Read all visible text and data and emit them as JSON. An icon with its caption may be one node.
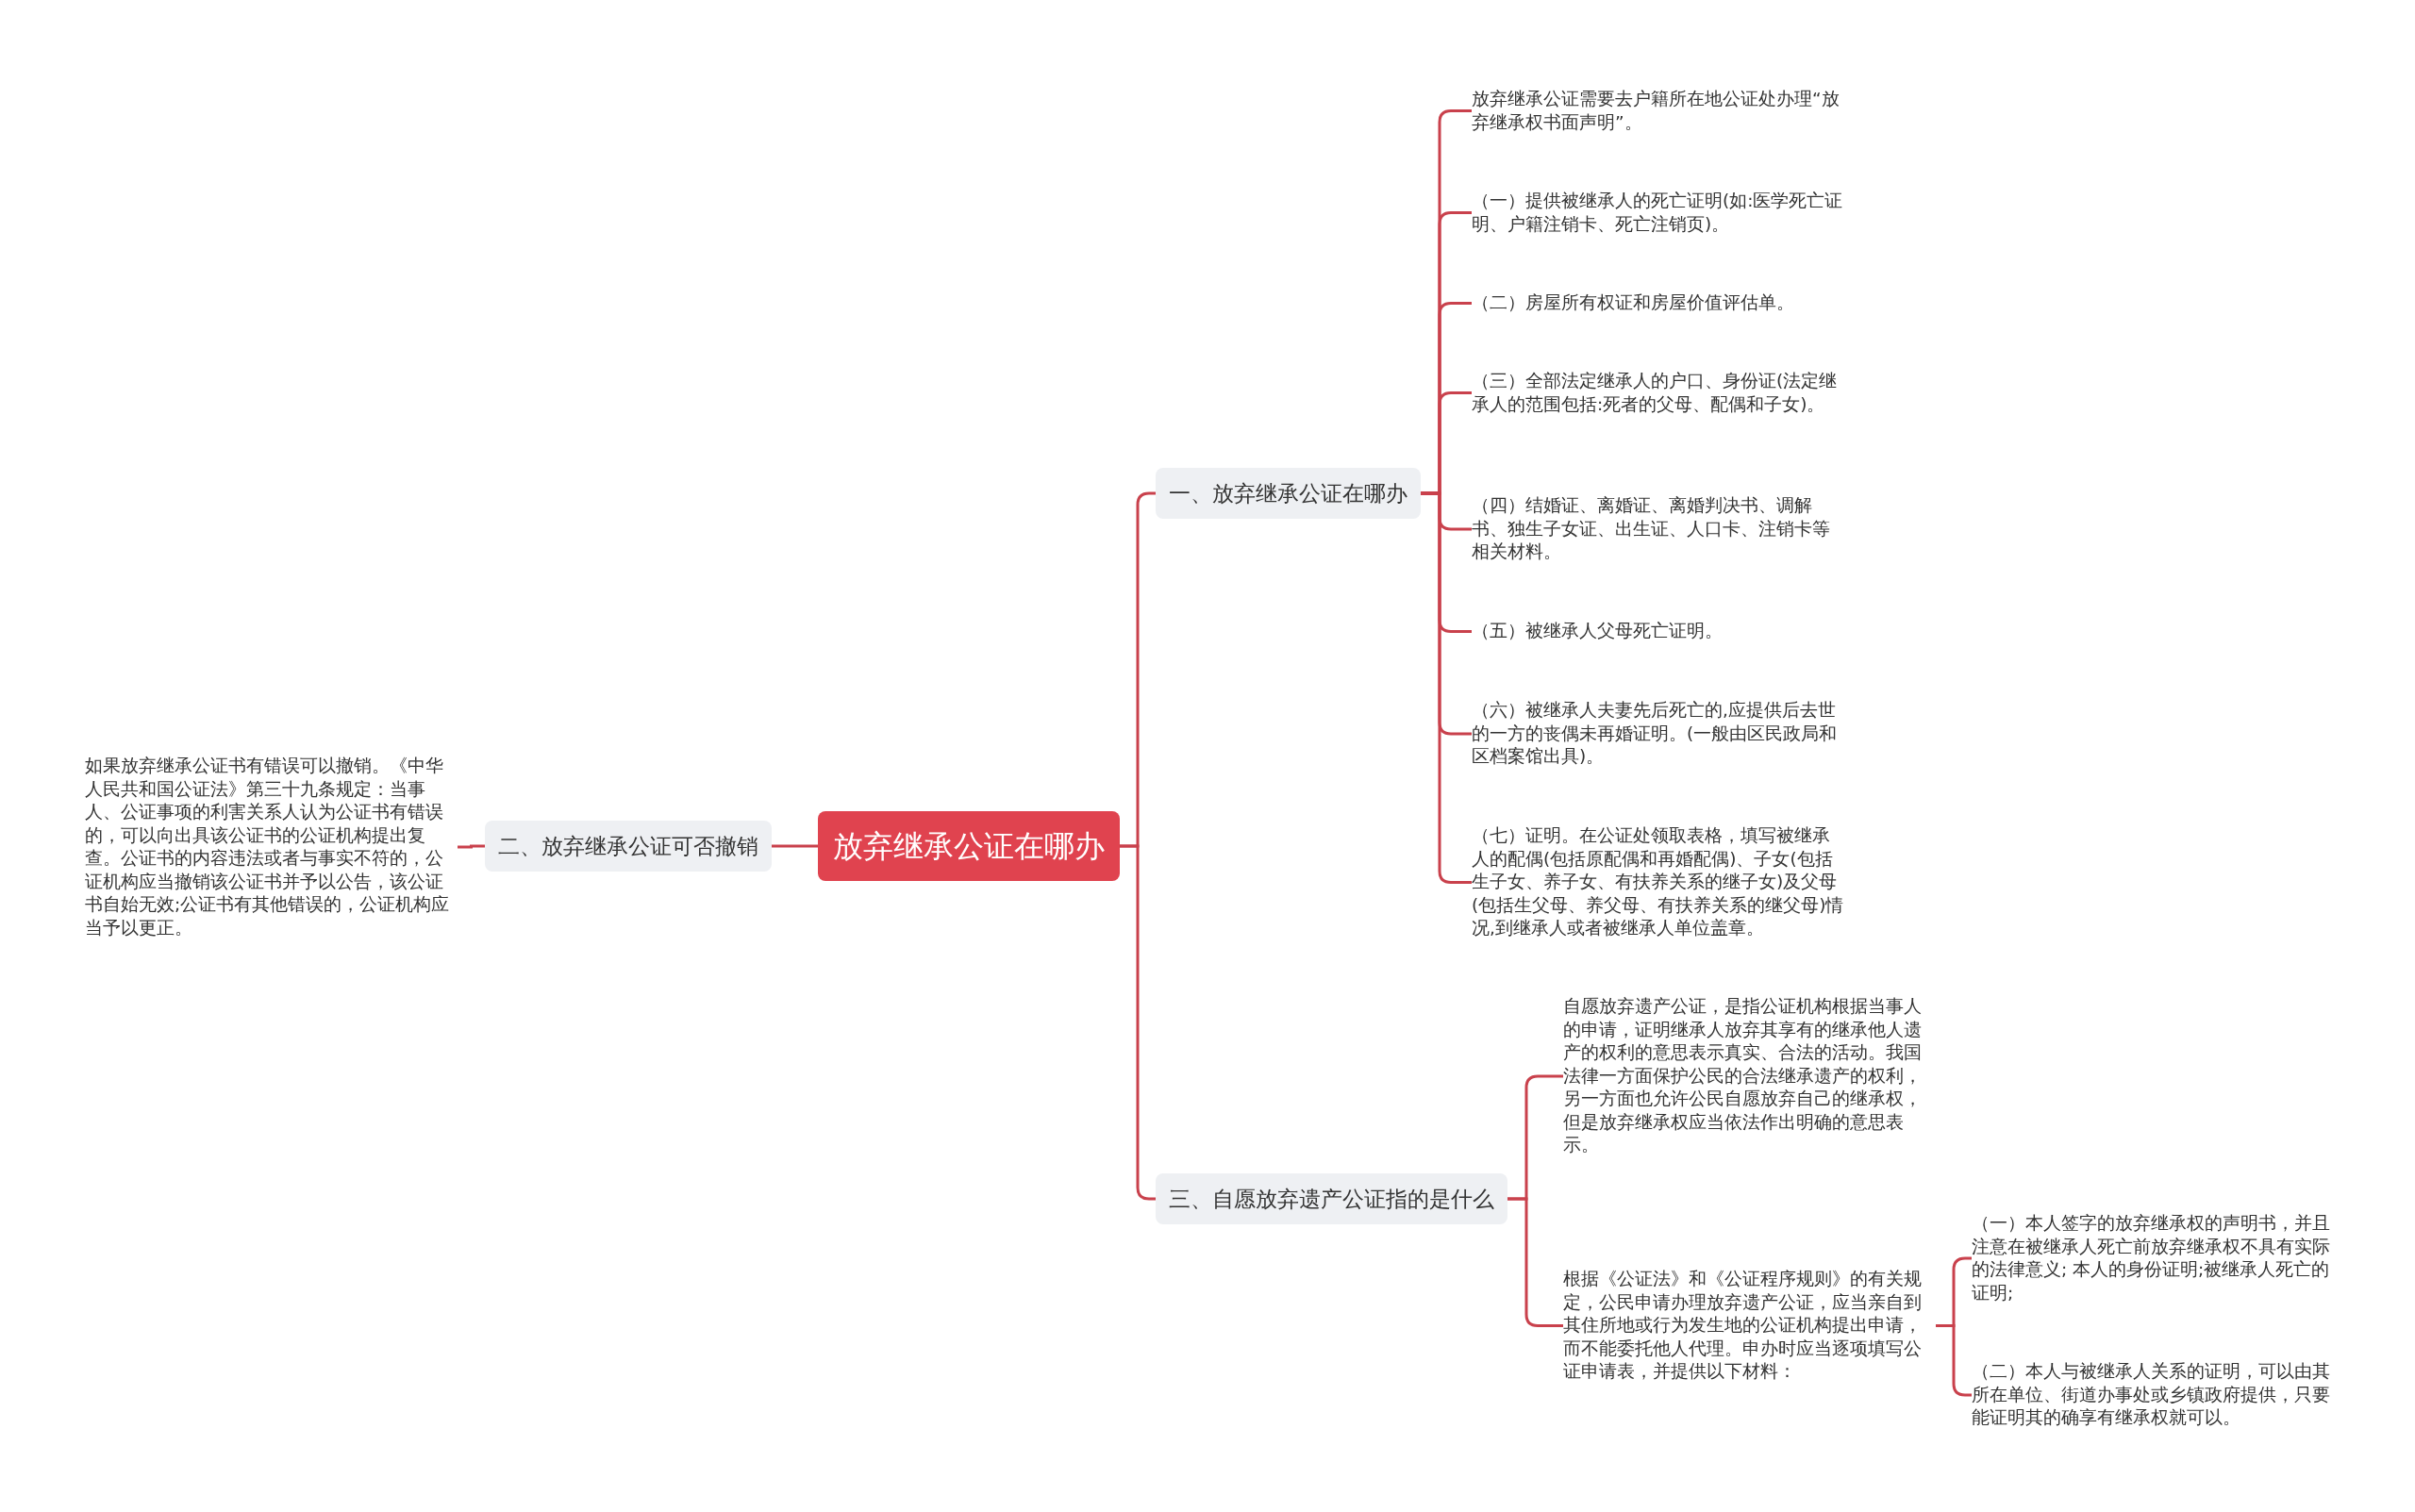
{
  "diagram": {
    "nodes": [
      {
        "text": [
          "放弃继承公证在哪办"
        ]
      },
      {
        "text": [
          "一、放弃继承公证在哪办"
        ]
      },
      {
        "text": [
          "放弃继承公证需要去户籍所在地公证处办理“放弃继承权书面声明”。"
        ]
      },
      {
        "text": [
          "（一）提供被继承人的死亡证明(如:医学死亡证明、户籍注销卡、死亡注销页)。"
        ]
      },
      {
        "text": [
          "（二）房屋所有权证和房屋价值评估单。"
        ]
      },
      {
        "text": [
          "（三）全部法定继承人的户口、身份证(法定继承人的范围包括:死者的父母、配偶和子女)。"
        ]
      },
      {
        "text": [
          "（四）结婚证、离婚证、离婚判决书、调解书、独生子女证、出生证、人口卡、注销卡等相关材料。"
        ]
      },
      {
        "text": [
          "（五）被继承人父母死亡证明。"
        ]
      },
      {
        "text": [
          "（六）被继承人夫妻先后死亡的,应提供后去世的一方的丧偶未再婚证明。(一般由区民政局和区档案馆出具)。"
        ]
      },
      {
        "text": [
          "（七）证明。在公证处领取表格，填写被继承人的配偶(包括原配偶和再婚配偶)、子女(包括生子女、养子女、有扶养关系的继子女)及父母(包括生父母、养父母、有扶养关系的继父母)情况,到继承人或者被继承人单位盖章。"
        ]
      },
      {
        "text": [
          "二、放弃继承公证可否撤销"
        ]
      },
      {
        "text": [
          "如果放弃继承公证书有错误可以撤销。《中华人民共和国公证法》第三十九条规定：当事人、公证事项的利害关系人认为公证书有错误的，可以向出具该公证书的公证机构提出复查。公证书的内容违法或者与事实不符的，公证机构应当撤销该公证书并予以公告，该公证书自始无效;公证书有其他错误的，公证机构应当予以更正。"
        ]
      },
      {
        "text": [
          "三、自愿放弃遗产公证指的是什么"
        ]
      },
      {
        "text": [
          "自愿放弃遗产公证，是指公证机构根据当事人的申请，证明继承人放弃其享有的继承他人遗产的权利的意思表示真实、合法的活动。我国法律一方面保护公民的合法继承遗产的权利，另一方面也允许公民自愿放弃自己的继承权，但是放弃继承权应当依法作出明确的意思表示。"
        ]
      },
      {
        "text": [
          "根据《公证法》和《公证程序规则》的有关规定，公民申请办理放弃遗产公证，应当亲自到其住所地或行为发生地的公证机构提出申请，而不能委托他人代理。申办时应当逐项填写公证申请表，并提供以下材料："
        ]
      },
      {
        "text": [
          "（一）本人签字的放弃继承权的声明书，并且注意在被继承人死亡前放弃继承权不具有实际的法律意义; 本人的身份证明;被继承人死亡的证明;"
        ]
      },
      {
        "text": [
          "（二）本人与被继承人关系的证明，可以由其所在单位、街道办事处或乡镇政府提供，只要能证明其的确享有继承权就可以。"
        ]
      }
    ],
    "edges": [
      {
        "from": 0,
        "to": 1,
        "arrow": "none"
      },
      {
        "from": 1,
        "to": 2,
        "arrow": "none"
      },
      {
        "from": 1,
        "to": 3,
        "arrow": "none"
      },
      {
        "from": 1,
        "to": 4,
        "arrow": "none"
      },
      {
        "from": 1,
        "to": 5,
        "arrow": "none"
      },
      {
        "from": 1,
        "to": 6,
        "arrow": "none"
      },
      {
        "from": 1,
        "to": 7,
        "arrow": "none"
      },
      {
        "from": 1,
        "to": 8,
        "arrow": "none"
      },
      {
        "from": 1,
        "to": 9,
        "arrow": "none"
      },
      {
        "from": 0,
        "to": 10,
        "arrow": "none"
      },
      {
        "from": 10,
        "to": 11,
        "arrow": "none"
      },
      {
        "from": 0,
        "to": 12,
        "arrow": "none"
      },
      {
        "from": 12,
        "to": 13,
        "arrow": "none"
      },
      {
        "from": 12,
        "to": 14,
        "arrow": "none"
      },
      {
        "from": 14,
        "to": 15,
        "arrow": "none"
      },
      {
        "from": 14,
        "to": 16,
        "arrow": "none"
      }
    ]
  }
}
